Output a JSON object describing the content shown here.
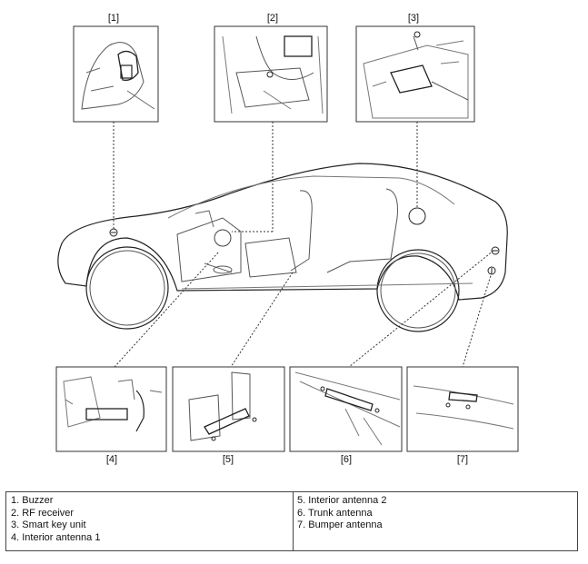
{
  "callouts": {
    "c1": "[1]",
    "c2": "[2]",
    "c3": "[3]",
    "c4": "[4]",
    "c5": "[5]",
    "c6": "[6]",
    "c7": "[7]"
  },
  "legend": {
    "left": [
      "1. Buzzer",
      "2. RF receiver",
      "3. Smart key unit",
      "4. Interior antenna 1"
    ],
    "right": [
      "5. Interior antenna 2",
      "6. Trunk antenna",
      "7. Bumper antenna"
    ]
  }
}
